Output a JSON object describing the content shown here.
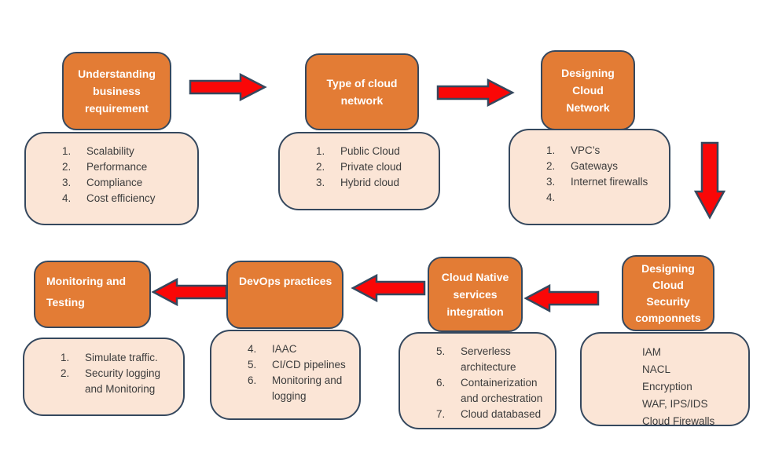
{
  "colors": {
    "orange": "#E37C35",
    "peach": "#FBE5D6",
    "border": "#35485E",
    "red": "#FA0707",
    "textdark": "#3C3C3C"
  },
  "steps": [
    {
      "title": "Understanding business requirement",
      "items": [
        {
          "num": "1.",
          "text": "Scalability"
        },
        {
          "num": "2.",
          "text": "Performance"
        },
        {
          "num": "3.",
          "text": "Compliance"
        },
        {
          "num": "4.",
          "text": "Cost efficiency"
        }
      ]
    },
    {
      "title": "Type of cloud network",
      "items": [
        {
          "num": "1.",
          "text": "Public Cloud"
        },
        {
          "num": "2.",
          "text": "Private cloud"
        },
        {
          "num": "3.",
          "text": "Hybrid cloud"
        }
      ]
    },
    {
      "title": "Designing Cloud Network",
      "items": [
        {
          "num": "1.",
          "text": "VPC’s"
        },
        {
          "num": "2.",
          "text": "Gateways"
        },
        {
          "num": "3.",
          "text": "Internet firewalls"
        },
        {
          "num": "4.",
          "text": ""
        }
      ]
    },
    {
      "title": "Designing Cloud Security componnets",
      "items": [
        {
          "text": "IAM"
        },
        {
          "text": "NACL"
        },
        {
          "text": "Encryption"
        },
        {
          "text": "WAF, IPS/IDS"
        },
        {
          "text": "Cloud Firewalls"
        }
      ]
    },
    {
      "title": "Cloud Native services integration",
      "items": [
        {
          "num": "5.",
          "text": "Serverless architecture"
        },
        {
          "num": "6.",
          "text": "Containerization and orchestration"
        },
        {
          "num": "7.",
          "text": "Cloud databased"
        }
      ]
    },
    {
      "title": "DevOps practices",
      "items": [
        {
          "num": "4.",
          "text": "IAAC"
        },
        {
          "num": "5.",
          "text": "CI/CD pipelines"
        },
        {
          "num": "6.",
          "text": "Monitoring and logging"
        }
      ]
    },
    {
      "title": "Monitoring and Testing",
      "items": [
        {
          "num": "1.",
          "text": "Simulate traffic."
        },
        {
          "num": "2.",
          "text": "Security logging and Monitoring"
        }
      ]
    }
  ]
}
